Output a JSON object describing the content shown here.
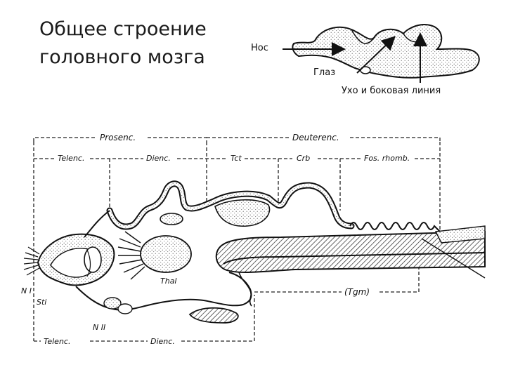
{
  "title": {
    "line1": "Общее строение",
    "line2": "головного мозга"
  },
  "top_diagram": {
    "labels": {
      "nose": "Нос",
      "eye": "Глаз",
      "ear": "Ухо и боковая линия"
    }
  },
  "section_diagram": {
    "top_labels": {
      "prosenc": "Prosenc.",
      "deuterenc": "Deuterenc.",
      "telenc": "Telenc.",
      "dienc": "Dienc.",
      "tct": "Tct",
      "crb": "Crb",
      "fos_rhomb": "Fos. rhomb."
    },
    "inner_labels": {
      "thal": "Thal",
      "ni": "N I",
      "sti": "Sti",
      "nii": "N II",
      "tgm": "(Tgm)"
    },
    "bottom_labels": {
      "telenc": "Telenc.",
      "dienc": "Dienc."
    }
  },
  "colors": {
    "ink": "#111111",
    "stipple": "#8a8a8a",
    "background": "#ffffff"
  }
}
